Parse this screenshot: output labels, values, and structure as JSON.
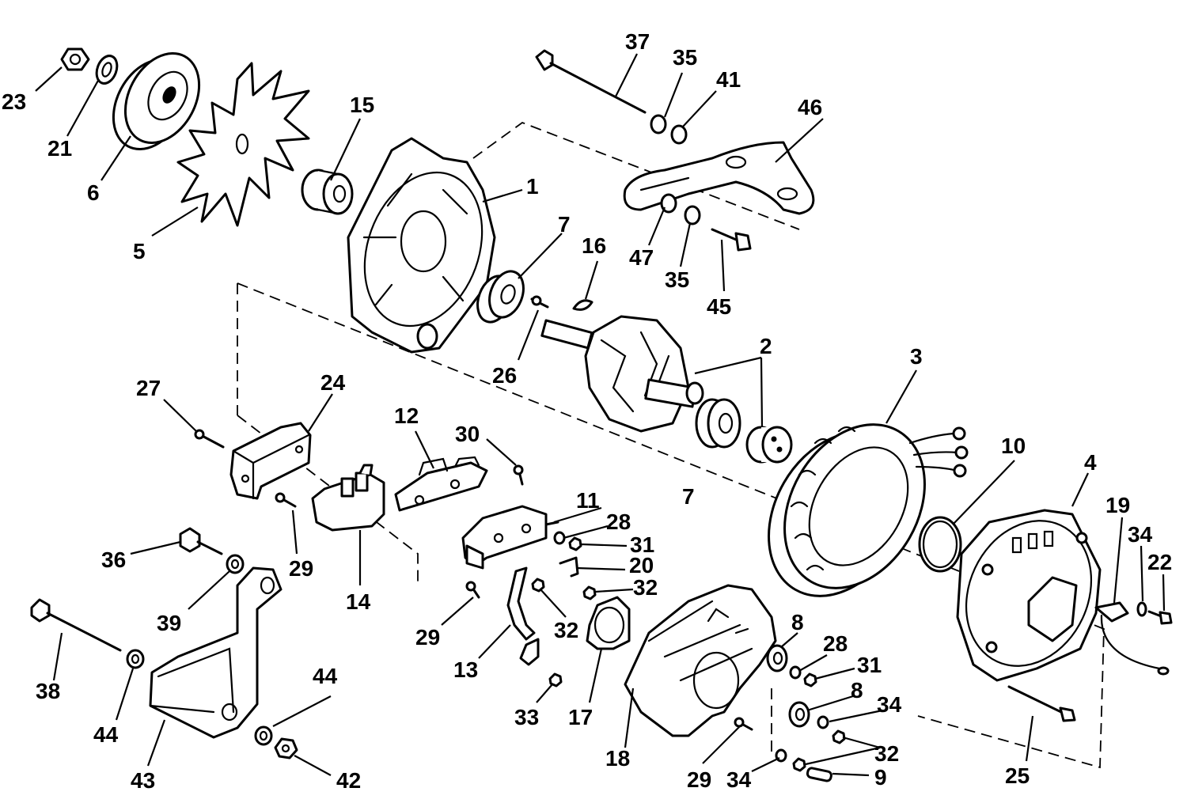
{
  "diagram": {
    "labels": {
      "l1": "1",
      "l2": "2",
      "l3": "3",
      "l4": "4",
      "l5": "5",
      "l6": "6",
      "l7a": "7",
      "l7b": "7",
      "l8a": "8",
      "l8b": "8",
      "l9": "9",
      "l10": "10",
      "l11": "11",
      "l12": "12",
      "l13": "13",
      "l14": "14",
      "l15": "15",
      "l16": "16",
      "l17": "17",
      "l18": "18",
      "l19": "19",
      "l20": "20",
      "l21": "21",
      "l22": "22",
      "l23": "23",
      "l24": "24",
      "l25": "25",
      "l26": "26",
      "l27": "27",
      "l28a": "28",
      "l28b": "28",
      "l29a": "29",
      "l29b": "29",
      "l29c": "29",
      "l30": "30",
      "l31a": "31",
      "l31b": "31",
      "l32a": "32",
      "l32b": "32",
      "l32c": "32",
      "l33": "33",
      "l34a": "34",
      "l34b": "34",
      "l34c": "34",
      "l35a": "35",
      "l35b": "35",
      "l36": "36",
      "l37": "37",
      "l38": "38",
      "l39": "39",
      "l41": "41",
      "l42": "42",
      "l43": "43",
      "l44a": "44",
      "l44b": "44",
      "l45": "45",
      "l46": "46",
      "l47": "47"
    }
  }
}
